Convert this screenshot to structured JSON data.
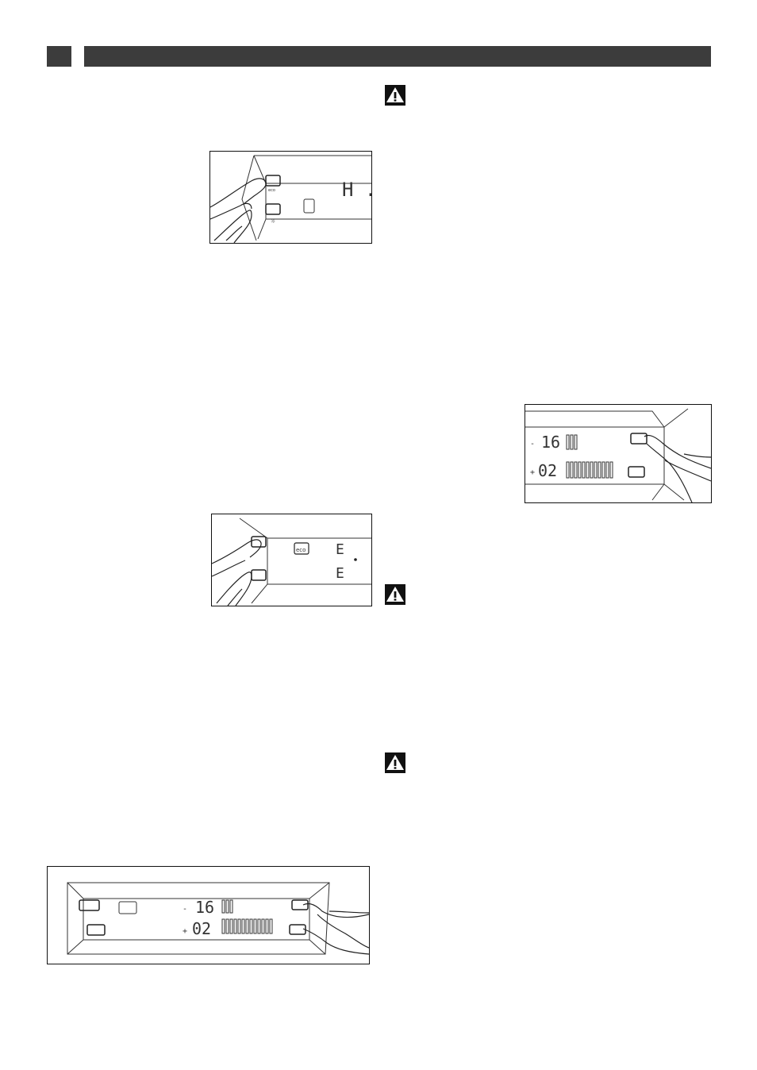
{
  "header": {
    "page_number": "",
    "title": ""
  },
  "icons": {
    "warning": "warning-triangle-icon",
    "hand": "hand-pressing-icon"
  },
  "figures": {
    "fig1": {
      "display": "H .",
      "button_label": "eco"
    },
    "fig2": {
      "display_top": "E",
      "display_bottom": "E",
      "icon_label": "eco"
    },
    "fig3": {
      "temp_top": "16",
      "temp_bottom": "02",
      "sign_top": "-",
      "sign_bottom": "+"
    },
    "fig4": {
      "temp_top": "16",
      "temp_bottom": "02",
      "sign_top": "-",
      "sign_bottom": "+"
    }
  },
  "colors": {
    "header_bar": "#3c3c3c",
    "line": "#222222"
  }
}
